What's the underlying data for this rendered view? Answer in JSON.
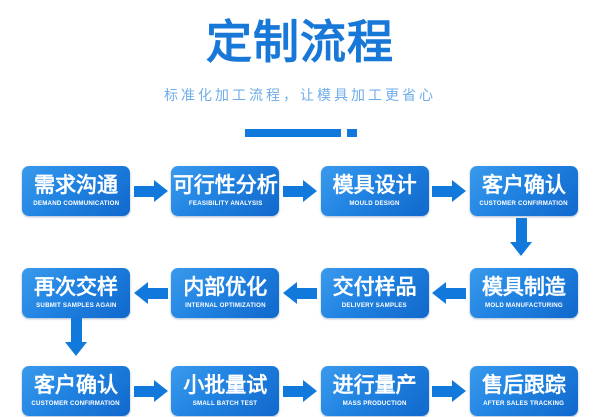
{
  "header": {
    "title": "定制流程",
    "subtitle": "标准化加工流程，让模具加工更省心",
    "title_color": "#1878d8",
    "subtitle_color": "#6fadea",
    "divider_color": "#1279dc"
  },
  "theme": {
    "node_gradient_start": "#3a9aec",
    "node_gradient_end": "#1168cc",
    "arrow_color": "#1279dc",
    "background": "#ffffff",
    "node_text_color": "#ffffff"
  },
  "flow": {
    "rows": [
      {
        "direction": "right",
        "nodes": [
          {
            "cn": "需求沟通",
            "en": "DEMAND COMMUNICATION"
          },
          {
            "cn": "可行性分析",
            "en": "FEASIBILITY ANALYSIS"
          },
          {
            "cn": "模具设计",
            "en": "MOULD DESIGN"
          },
          {
            "cn": "客户确认",
            "en": "CUSTOMER CONFIRMATION"
          }
        ]
      },
      {
        "direction": "left",
        "nodes": [
          {
            "cn": "再次交样",
            "en": "SUBMIT SAMPLES AGAIN"
          },
          {
            "cn": "内部优化",
            "en": "INTERNAL OPTIMIZATION"
          },
          {
            "cn": "交付样品",
            "en": "DELIVERY SAMPLES"
          },
          {
            "cn": "模具制造",
            "en": "MOLD MANUFACTURING"
          }
        ]
      },
      {
        "direction": "right",
        "nodes": [
          {
            "cn": "客户确认",
            "en": "CUSTOMER CONFIRMATION"
          },
          {
            "cn": "小批量试",
            "en": "SMALL BATCH TEST"
          },
          {
            "cn": "进行量产",
            "en": "MASS PRODUCTION"
          },
          {
            "cn": "售后跟踪",
            "en": "AFTER SALES TRACKING"
          }
        ]
      }
    ],
    "connectors": [
      {
        "name": "row1-to-row2-down-arrow",
        "direction": "down",
        "side": "right"
      },
      {
        "name": "row2-to-row3-down-arrow",
        "direction": "down",
        "side": "left"
      }
    ]
  }
}
